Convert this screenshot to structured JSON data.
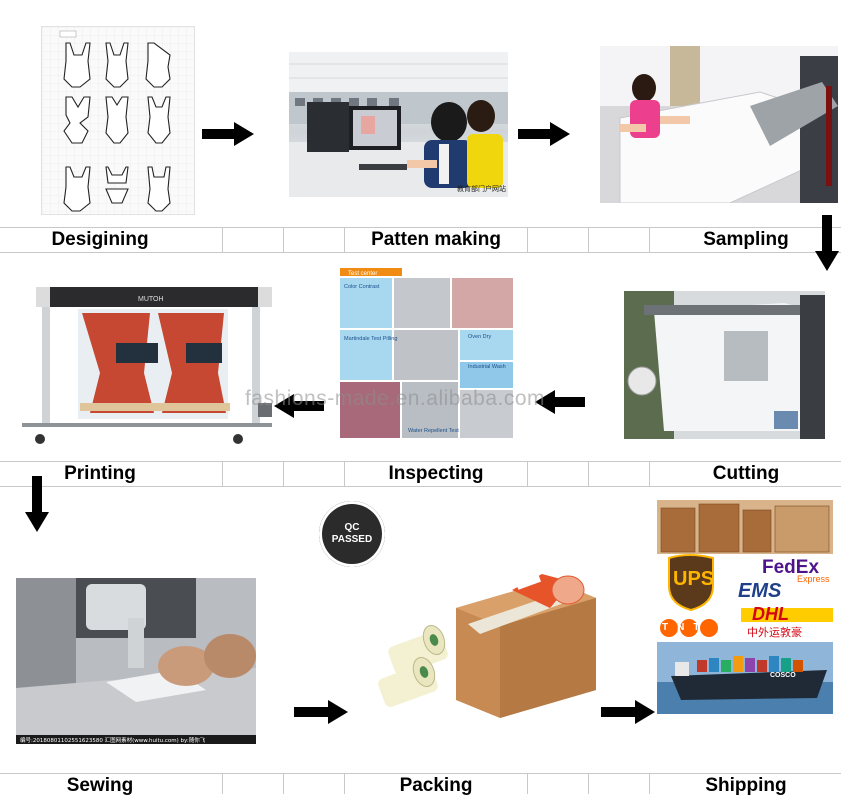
{
  "steps": [
    {
      "label": "Desigining"
    },
    {
      "label": "Patten making"
    },
    {
      "label": "Sampling"
    },
    {
      "label": "Printing"
    },
    {
      "label": "Inspecting"
    },
    {
      "label": "Cutting"
    },
    {
      "label": "Sewing"
    },
    {
      "label": "Packing"
    },
    {
      "label": "Shipping"
    }
  ],
  "watermark": "fashions-made.en.alibaba.com",
  "qc_badge": {
    "line1": "QC",
    "line2": "PASSED"
  },
  "inspect_panel": {
    "header": "Test center",
    "tags": [
      "Color Contrast",
      "Martindale Test\nPilling",
      "Oven Dry",
      "Industrial Wash",
      "Water Repellent Test"
    ]
  },
  "logos": {
    "fedex": "FedEx",
    "fedex_sub": "Express",
    "ups": "UPS",
    "ems": "EMS",
    "tnt": "TNT",
    "dhl": "DHL",
    "cn_text": "中外运敦豪",
    "ship_name": "COSCO"
  },
  "printer_brand": "MUTOH",
  "photo_captions": {
    "patten": "教育部门户网站",
    "sewing_footer": "编号:20180801102551623580  汇图网素材(www.huitu.com) by:随你飞"
  },
  "colors": {
    "arrow": "#000000",
    "separator": "#c8c8c8",
    "badge": "#2b2b2b",
    "ups_brown": "#5a3a1a",
    "fedex_purple": "#4d148c",
    "fedex_orange": "#ff6600",
    "dhl_red": "#d40511",
    "dhl_yellow": "#ffcc00",
    "tnt_orange": "#ff6600"
  }
}
